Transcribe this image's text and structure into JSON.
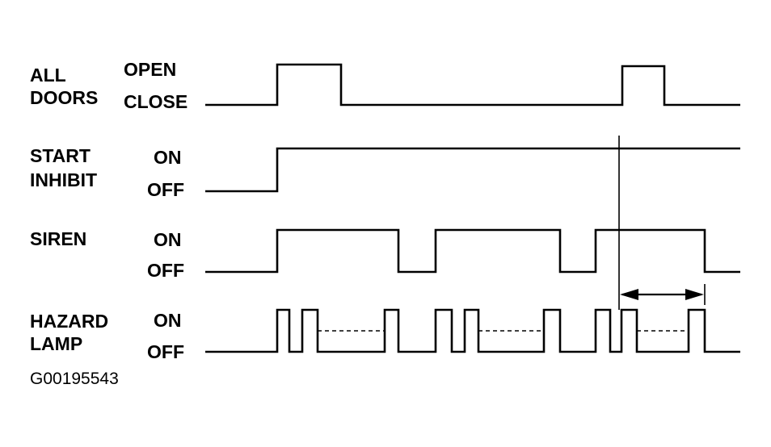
{
  "signals": [
    {
      "id": "doors",
      "label_lines": [
        "ALL",
        "DOORS"
      ],
      "high_state": "OPEN",
      "low_state": "CLOSE"
    },
    {
      "id": "start",
      "label_lines": [
        "START",
        "INHIBIT"
      ],
      "high_state": "ON",
      "low_state": "OFF"
    },
    {
      "id": "siren",
      "label_lines": [
        "SIREN"
      ],
      "high_state": "ON",
      "low_state": "OFF"
    },
    {
      "id": "hazard",
      "label_lines": [
        "HAZARD",
        "LAMP"
      ],
      "high_state": "ON",
      "low_state": "OFF"
    }
  ],
  "figure_id": "G00195543",
  "colors": {
    "ink": "#000000",
    "background": "#ffffff"
  }
}
